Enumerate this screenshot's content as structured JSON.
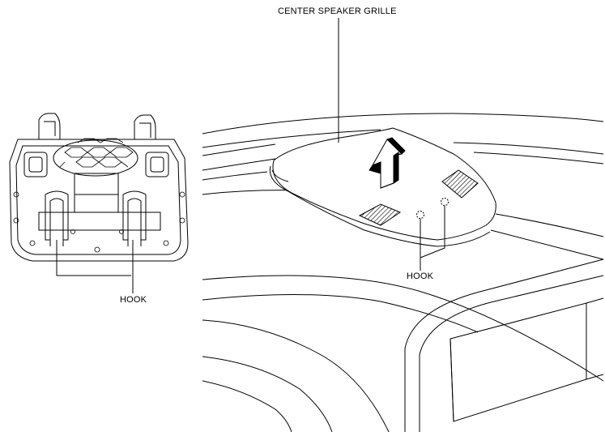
{
  "labels": {
    "center_speaker_grille": "CENTER SPEAKER GRILLE",
    "hook_left": "HOOK",
    "hook_right": "HOOK"
  }
}
